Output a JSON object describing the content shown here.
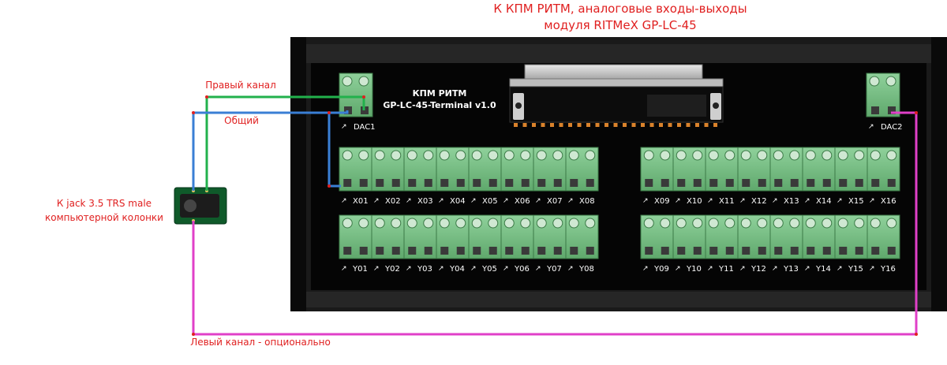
{
  "title": {
    "line1": "К КПМ РИТМ, аналоговые входы-выходы",
    "line2": "модуля RITMeX GP-LC-45"
  },
  "board": {
    "name": "КПМ РИТМ",
    "model": "GP-LC-45-Terminal v1.0",
    "dac_left": "DAC1",
    "dac_right": "DAC2",
    "x_left": [
      "X01",
      "X02",
      "X03",
      "X04",
      "X05",
      "X06",
      "X07",
      "X08"
    ],
    "x_right": [
      "X09",
      "X10",
      "X11",
      "X12",
      "X13",
      "X14",
      "X15",
      "X16"
    ],
    "y_left": [
      "Y01",
      "Y02",
      "Y03",
      "Y04",
      "Y05",
      "Y06",
      "Y07",
      "Y08"
    ],
    "y_right": [
      "Y09",
      "Y10",
      "Y11",
      "Y12",
      "Y13",
      "Y14",
      "Y15",
      "Y16"
    ]
  },
  "wires": {
    "right_channel": "Правый канал",
    "common": "Общий",
    "left_channel": "Левый канал - опционально"
  },
  "jack": {
    "line1": "К jack 3.5 TRS male",
    "line2": "компьютерной колонки"
  },
  "colors": {
    "right_channel": "#22b14c",
    "common": "#3a7fd5",
    "left_channel": "#e040c8",
    "label": "#e02020",
    "terminal": "#7fc48a"
  }
}
